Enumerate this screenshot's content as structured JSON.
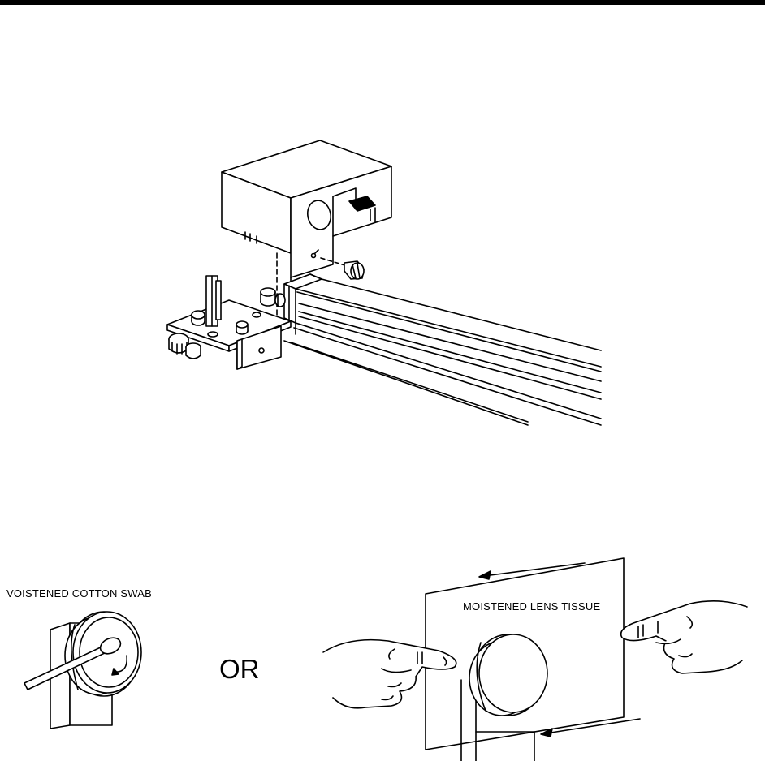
{
  "labels": {
    "cotton_swab": "VOISTENED COTTON SWAB",
    "or": "OR",
    "lens_tissue": "MOISTENED LENS TISSUE"
  },
  "colors": {
    "ink": "#000000",
    "paper": "#ffffff"
  },
  "icons": [
    "mirror-cover-icon",
    "mirror-mount-icon",
    "rail-icon",
    "cotton-swab-icon",
    "lens-tissue-icon",
    "hand-icon",
    "arrow-icon"
  ]
}
